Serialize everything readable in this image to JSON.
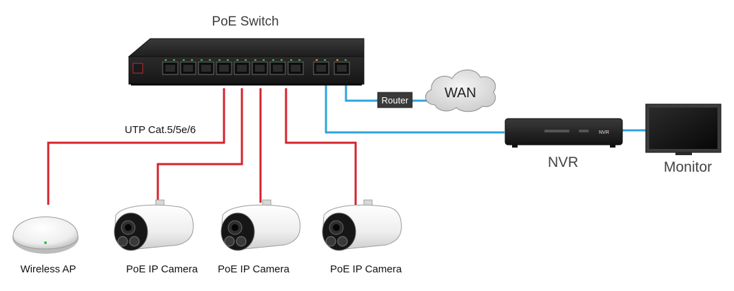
{
  "labels": {
    "switch_title": "PoE Switch",
    "cable_type": "UTP Cat.5/5e/6",
    "router": "Router",
    "wan": "WAN",
    "nvr": "NVR",
    "nvr_face": "NVR",
    "monitor": "Monitor",
    "wireless_ap": "Wireless AP",
    "camera_1": "PoE IP Camera",
    "camera_2": "PoE IP Camera",
    "camera_3": "PoE IP Camera"
  },
  "colors": {
    "poe_cable": "#d4232c",
    "data_cable": "#2ea3dc",
    "switch_body": "#2a2a2a"
  }
}
